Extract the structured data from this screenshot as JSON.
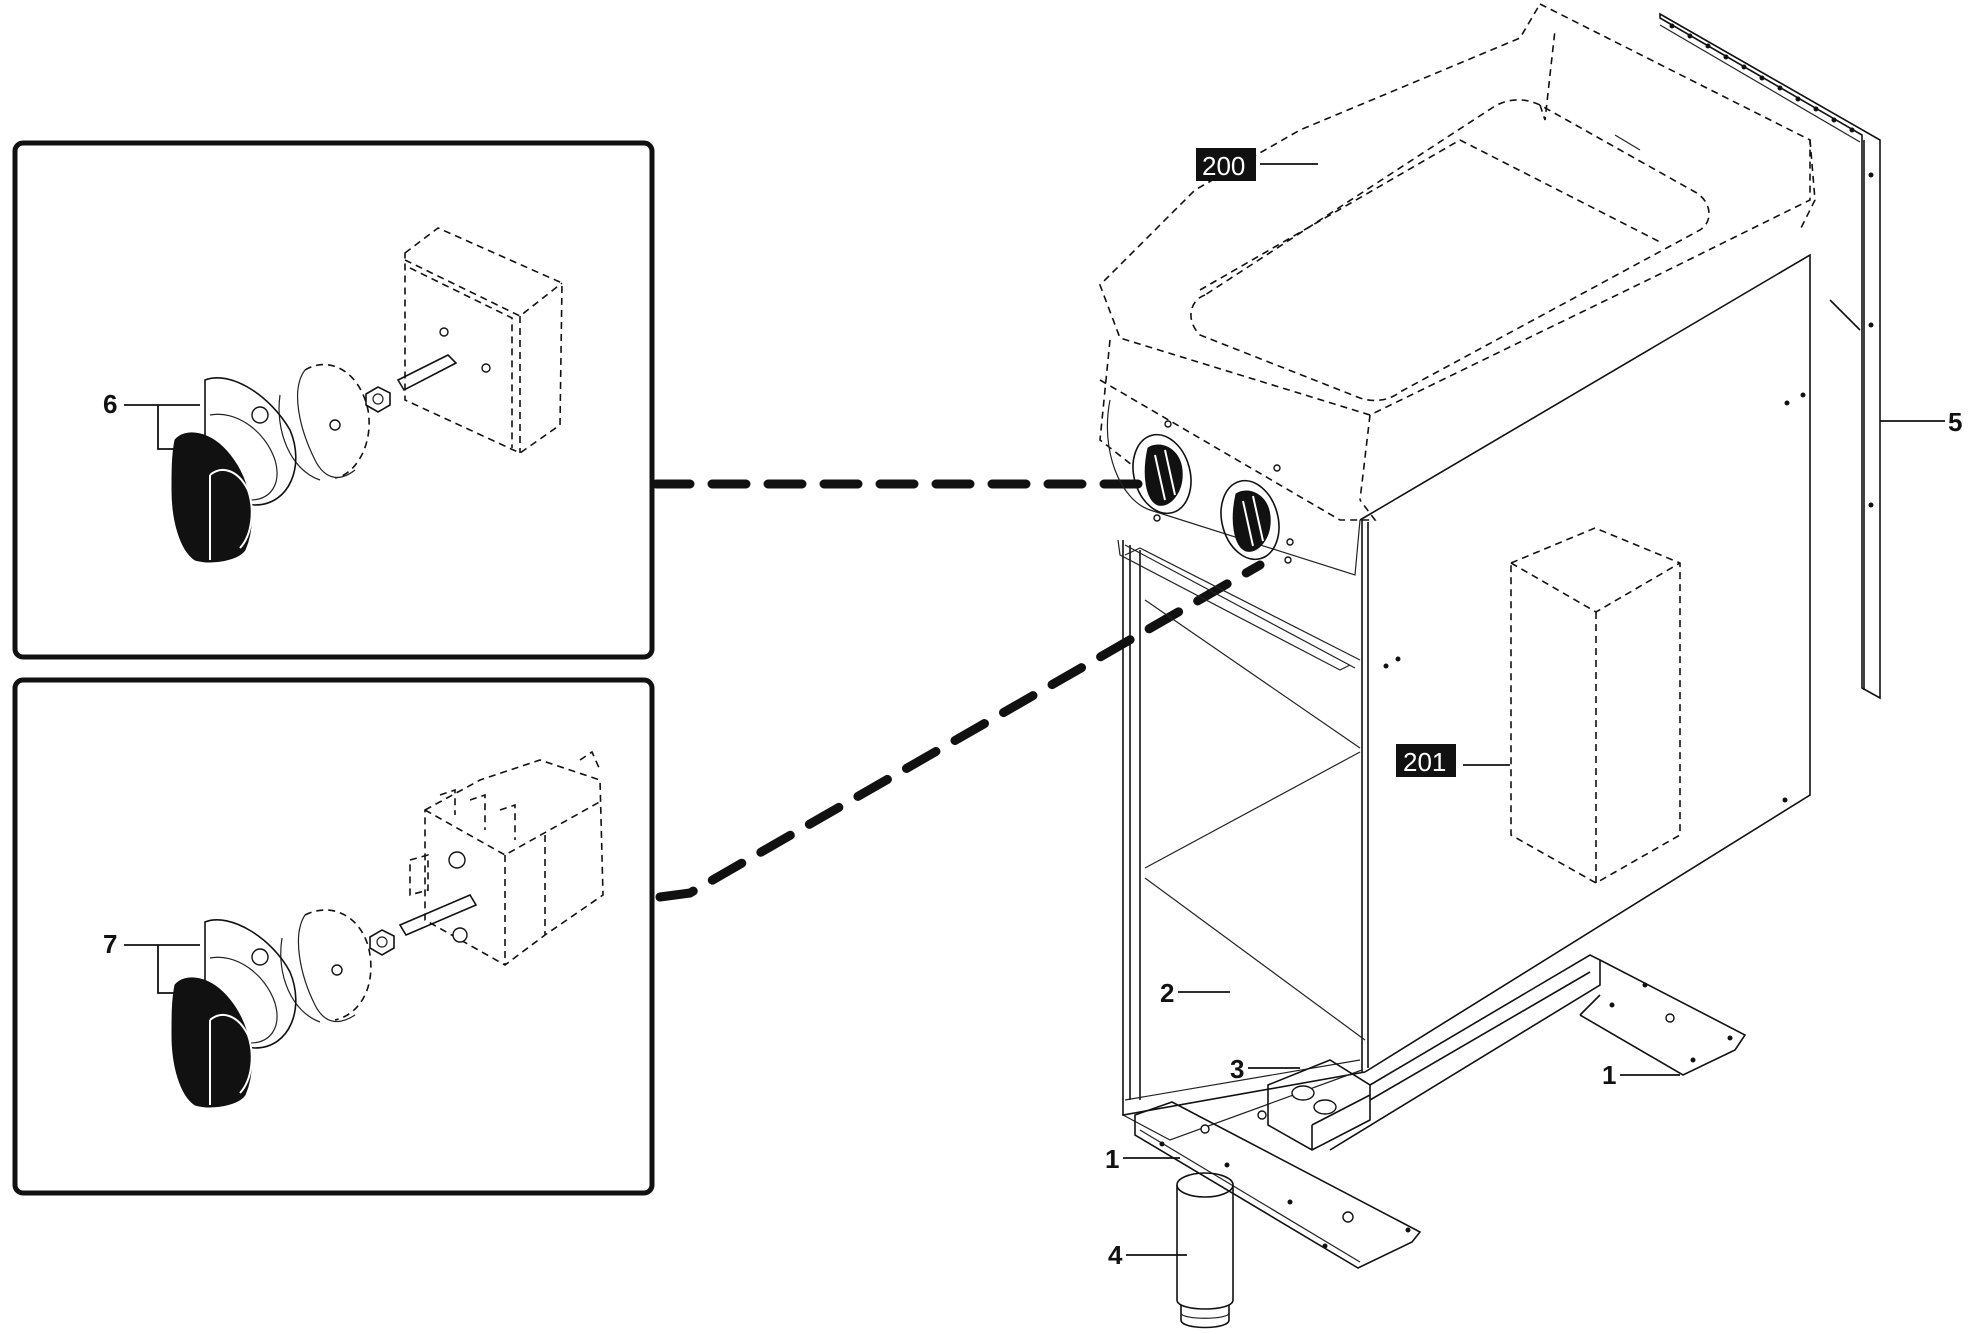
{
  "diagram": {
    "type": "exploded-parts-diagram",
    "subject": "electric appliance base cabinet with top well and control knobs",
    "detail_panels": [
      {
        "id": "detail-top",
        "callout": "6",
        "parts": [
          "control knob",
          "knob bezel",
          "gasket disc",
          "nut",
          "shaft",
          "switch box"
        ]
      },
      {
        "id": "detail-bottom",
        "callout": "7",
        "parts": [
          "control knob",
          "knob bezel",
          "gasket disc",
          "nut",
          "shaft",
          "thermostat/regulator"
        ]
      }
    ],
    "callouts": {
      "c200": "200",
      "c201": "201",
      "c5": "5",
      "c6": "6",
      "c7": "7",
      "c2": "2",
      "c3": "3",
      "c1a": "1",
      "c1b": "1",
      "c4": "4"
    },
    "boxed_callouts": [
      "200",
      "201"
    ],
    "connectors": [
      {
        "from": "detail-top",
        "to": "left knob"
      },
      {
        "from": "detail-bottom",
        "to": "right knob"
      }
    ]
  }
}
